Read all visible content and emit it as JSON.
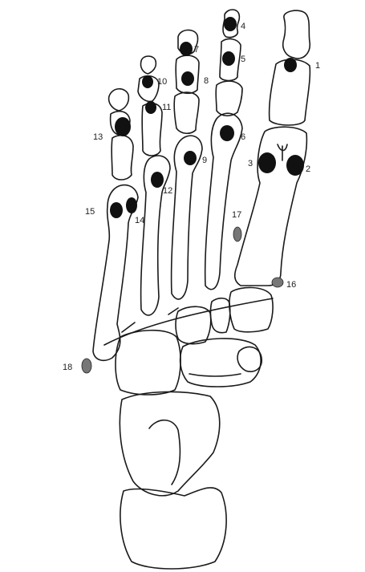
{
  "colors": {
    "sesamoid": "#111111",
    "accessory_bone": "#777777",
    "outline": "#1a1a1a",
    "background": "#ffffff"
  },
  "labels": {
    "l1": "1",
    "l2": "2",
    "l3": "3",
    "l4": "4",
    "l5": "5",
    "l6": "6",
    "l7": "7",
    "l8": "8",
    "l9": "9",
    "l10": "10",
    "l11": "11",
    "l12": "12",
    "l13": "13",
    "l14": "14",
    "l15": "15",
    "l16": "16",
    "l17": "17",
    "l18": "18"
  }
}
